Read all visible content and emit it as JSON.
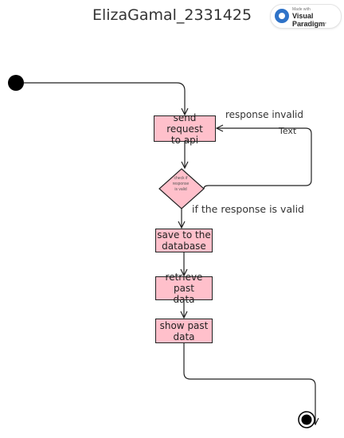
{
  "title": "ElizaGamal_2331425",
  "badge": {
    "made_with": "Made with",
    "brand": "Visual Paradigm",
    "note": "For non-commercial use"
  },
  "activities": [
    {
      "label": "send request\nto api"
    },
    {
      "label": "save to the\ndatabase"
    },
    {
      "label": "retrieve past\ndata"
    },
    {
      "label": "show past\ndata"
    }
  ],
  "decision": {
    "label": "check if\nresponse\nis valid"
  },
  "guards": {
    "invalid": "response invalid",
    "invalid_secondary": "Text",
    "valid": "if the response is valid"
  },
  "colors": {
    "activity_fill": "#ffc0cb",
    "line": "#222222"
  }
}
